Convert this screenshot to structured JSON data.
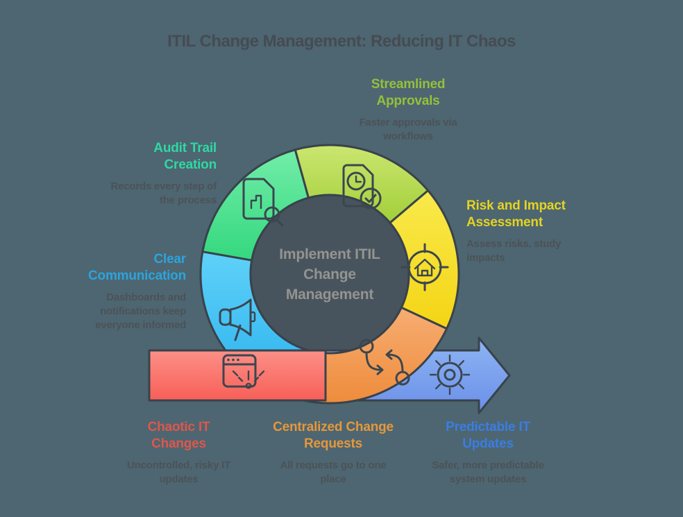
{
  "title": "ITIL Change Management: Reducing IT Chaos",
  "palette": {
    "background": "#4d6671",
    "outline": "#39424b",
    "center_circle": "#48545d",
    "center_text": "#949490",
    "title_text": "#464b52",
    "body_text": "#4c5257"
  },
  "donut": {
    "center_text": "Implement ITIL\nChange\nManagement"
  },
  "items": [
    {
      "id": "streamlined-approvals",
      "label": "Streamlined Approvals",
      "description": "Faster approvals via workflows",
      "accent": "#94c03c",
      "icon": "approval-document-icon"
    },
    {
      "id": "audit-trail-creation",
      "label": "Audit Trail Creation",
      "description": "Records every step of the process",
      "accent": "#2fd8a4",
      "icon": "audit-document-chart-icon"
    },
    {
      "id": "risk-and-impact-assessment",
      "label": "Risk and Impact Assessment",
      "description": "Assess risks, study impacts",
      "accent": "#e5d321",
      "icon": "target-home-icon"
    },
    {
      "id": "clear-communication",
      "label": "Clear Communication",
      "description": "Dashboards and notifications keep everyone informed",
      "accent": "#2ca4dd",
      "icon": "megaphone-icon"
    },
    {
      "id": "chaotic-it-changes",
      "label": "Chaotic IT Changes",
      "description": "Uncontrolled, risky IT updates",
      "accent": "#e0564b",
      "icon": "browser-signal-icon"
    },
    {
      "id": "centralized-change-requests",
      "label": "Centralized Change Requests",
      "description": "All requests go to one place",
      "accent": "#e6973c",
      "icon": "swap-arrows-icon"
    },
    {
      "id": "predictable-it-updates",
      "label": "Predictable IT Updates",
      "description": "Safer, more predictable system updates",
      "accent": "#3b7de2",
      "icon": "gear-sun-icon"
    }
  ],
  "gradients": {
    "mint": [
      "#72eda9",
      "#34d87e"
    ],
    "lime": [
      "#cbe670",
      "#a2cf39"
    ],
    "yellow": [
      "#f9e94b",
      "#f4d515"
    ],
    "orange": [
      "#f7ad72",
      "#ee8c3c"
    ],
    "sky": [
      "#5fd1f8",
      "#28b0ee"
    ],
    "red": [
      "#fb9088",
      "#f85f57"
    ],
    "arrow_blue": [
      "#8eb5f3",
      "#6a8fe9"
    ]
  }
}
